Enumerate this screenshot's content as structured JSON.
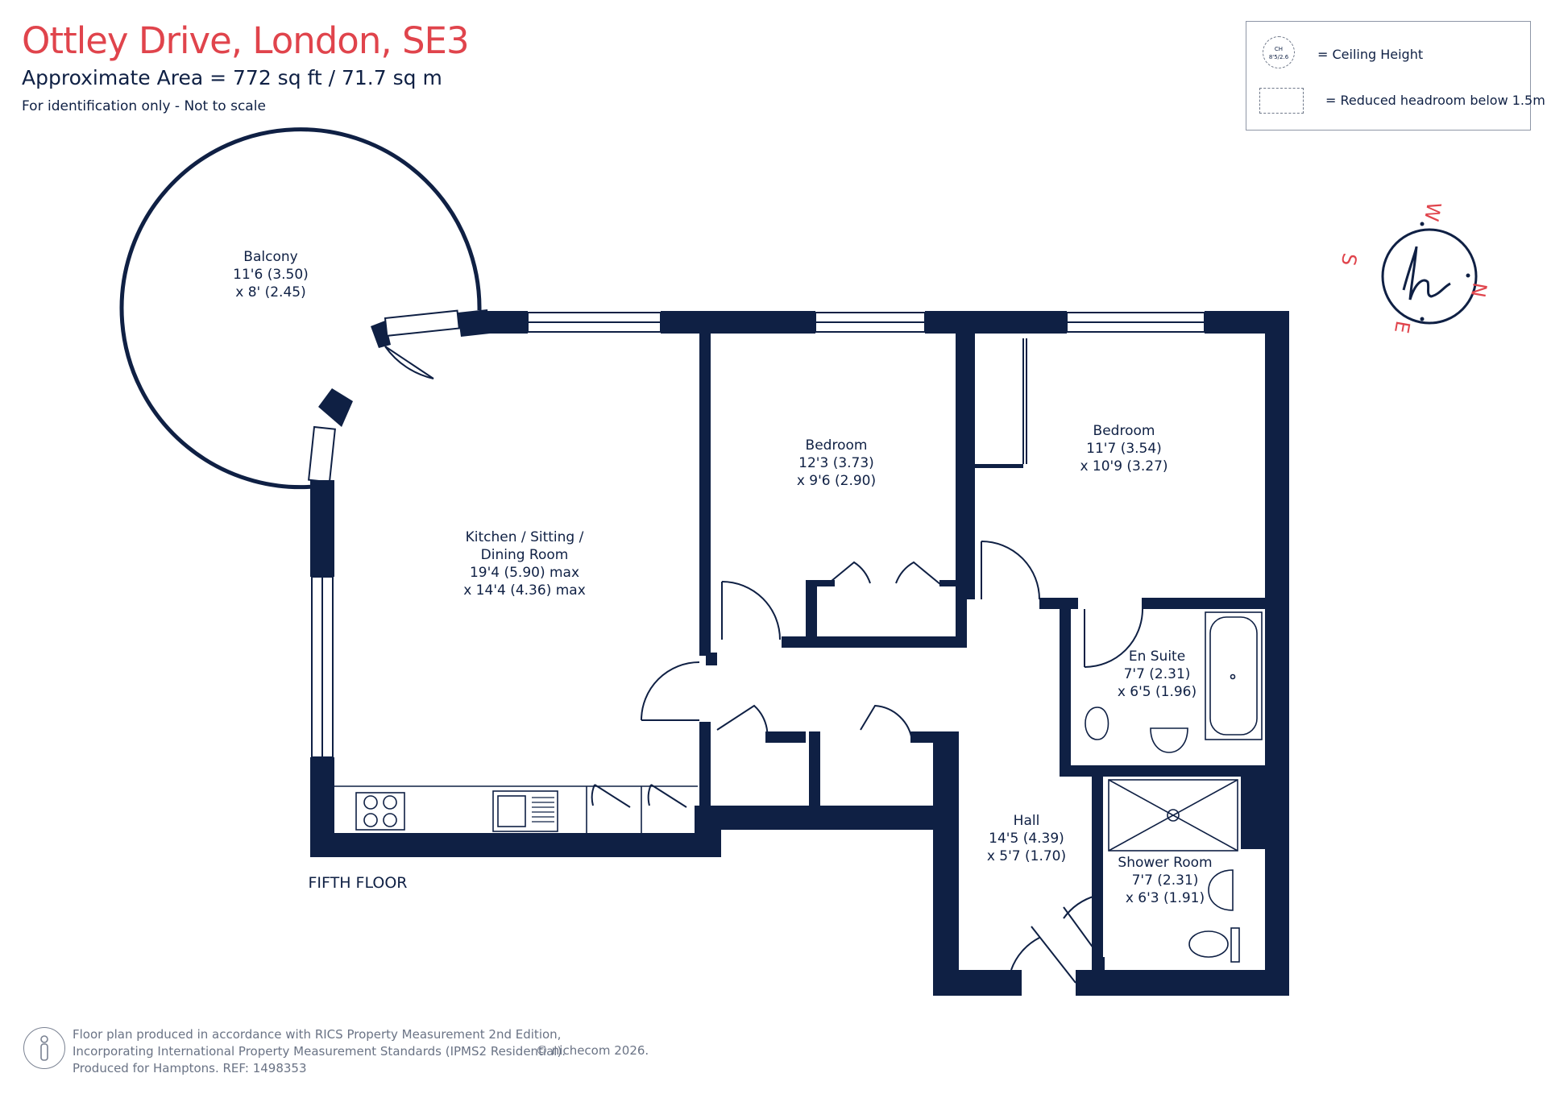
{
  "header": {
    "title": "Ottley Drive, London, SE3",
    "area": "Approximate Area = 772 sq ft / 71.7 sq m",
    "note": "For identification only - Not to scale"
  },
  "legend": {
    "ceiling_symbol_top": "CH",
    "ceiling_symbol_bottom": "8'5/2.6",
    "ceiling_label": "= Ceiling Height",
    "headroom_label": "= Reduced headroom below 1.5m"
  },
  "compass": {
    "letters": [
      "W",
      "N",
      "E",
      "S"
    ],
    "logo_icon": "hamptons-h-logo",
    "color": "#e0444c"
  },
  "rooms": [
    {
      "name": "Balcony",
      "dim1": "11'6 (3.50)",
      "dim2": "x 8' (2.45)"
    },
    {
      "name": "Kitchen / Sitting /",
      "name2": "Dining Room",
      "dim1": "19'4 (5.90) max",
      "dim2": "x 14'4 (4.36) max"
    },
    {
      "name": "Bedroom",
      "dim1": "12'3 (3.73)",
      "dim2": "x 9'6 (2.90)"
    },
    {
      "name": "Bedroom",
      "dim1": "11'7 (3.54)",
      "dim2": "x 10'9 (3.27)"
    },
    {
      "name": "En Suite",
      "dim1": "7'7 (2.31)",
      "dim2": "x 6'5 (1.96)"
    },
    {
      "name": "Hall",
      "dim1": "14'5 (4.39)",
      "dim2": "x 5'7 (1.70)"
    },
    {
      "name": "Shower Room",
      "dim1": "7'7 (2.31)",
      "dim2": "x 6'3 (1.91)"
    }
  ],
  "floor_label": "FIFTH FLOOR",
  "footer": {
    "line1": "Floor plan produced in accordance with RICS Property Measurement 2nd Edition,",
    "line2": "Incorporating International Property Measurement Standards (IPMS2 Residential).",
    "line3": "Produced for Hamptons.   REF:  1498353",
    "copyright": "© nichecom 2026."
  },
  "colors": {
    "wall": "#0f2044",
    "accent": "#e0444c",
    "muted": "#6a7385"
  }
}
